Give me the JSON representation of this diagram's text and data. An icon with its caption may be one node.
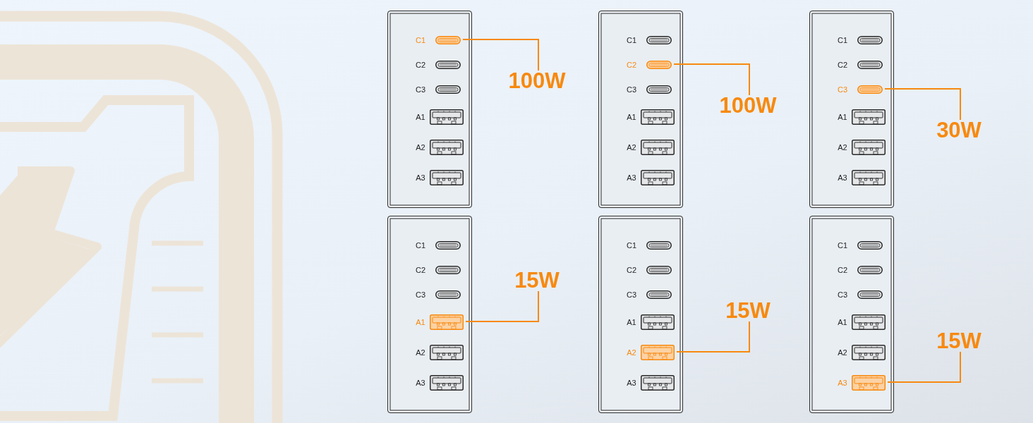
{
  "diagram": {
    "nodes": [
      {
        "text": [],
        "shape": "box"
      },
      {
        "text": [
          "C1"
        ],
        "in": 0
      },
      {
        "text": [
          "C2"
        ],
        "in": 0
      },
      {
        "text": [
          "C3"
        ],
        "in": 0
      },
      {
        "text": [
          "A1"
        ],
        "in": 0
      },
      {
        "text": [
          "A2"
        ],
        "in": 0
      },
      {
        "text": [
          "A3"
        ],
        "in": 0
      },
      {
        "text": [
          "100W"
        ]
      },
      {
        "text": [],
        "shape": "box"
      },
      {
        "text": [
          "C1"
        ],
        "in": 8
      },
      {
        "text": [
          "C2"
        ],
        "in": 8
      },
      {
        "text": [
          "C3"
        ],
        "in": 8
      },
      {
        "text": [
          "A1"
        ],
        "in": 8
      },
      {
        "text": [
          "A2"
        ],
        "in": 8
      },
      {
        "text": [
          "A3"
        ],
        "in": 8
      },
      {
        "text": [
          "100W"
        ]
      },
      {
        "text": [],
        "shape": "box"
      },
      {
        "text": [
          "C1"
        ],
        "in": 16
      },
      {
        "text": [
          "C2"
        ],
        "in": 16
      },
      {
        "text": [
          "C3"
        ],
        "in": 16
      },
      {
        "text": [
          "A1"
        ],
        "in": 16
      },
      {
        "text": [
          "A2"
        ],
        "in": 16
      },
      {
        "text": [
          "A3"
        ],
        "in": 16
      },
      {
        "text": [
          "30W"
        ]
      },
      {
        "text": [],
        "shape": "box"
      },
      {
        "text": [
          "C1"
        ],
        "in": 24
      },
      {
        "text": [
          "C2"
        ],
        "in": 24
      },
      {
        "text": [
          "C3"
        ],
        "in": 24
      },
      {
        "text": [
          "A1"
        ],
        "in": 24
      },
      {
        "text": [
          "A2"
        ],
        "in": 24
      },
      {
        "text": [
          "A3"
        ],
        "in": 24
      },
      {
        "text": [
          "15W"
        ]
      },
      {
        "text": [],
        "shape": "box"
      },
      {
        "text": [
          "C1"
        ],
        "in": 32
      },
      {
        "text": [
          "C2"
        ],
        "in": 32
      },
      {
        "text": [
          "C3"
        ],
        "in": 32
      },
      {
        "text": [
          "A1"
        ],
        "in": 32
      },
      {
        "text": [
          "A2"
        ],
        "in": 32
      },
      {
        "text": [
          "A3"
        ],
        "in": 32
      },
      {
        "text": [
          "15W"
        ]
      },
      {
        "text": [],
        "shape": "box"
      },
      {
        "text": [
          "C1"
        ],
        "in": 40
      },
      {
        "text": [
          "C2"
        ],
        "in": 40
      },
      {
        "text": [
          "C3"
        ],
        "in": 40
      },
      {
        "text": [
          "A1"
        ],
        "in": 40
      },
      {
        "text": [
          "A2"
        ],
        "in": 40
      },
      {
        "text": [
          "A3"
        ],
        "in": 40
      },
      {
        "text": [
          "15W"
        ]
      }
    ],
    "edges": [
      {
        "from": 7,
        "to": 1,
        "arrow": "none"
      },
      {
        "from": 15,
        "to": 10,
        "arrow": "none"
      },
      {
        "from": 23,
        "to": 19,
        "arrow": "none"
      },
      {
        "from": 31,
        "to": 28,
        "arrow": "none"
      },
      {
        "from": 39,
        "to": 37,
        "arrow": "none"
      },
      {
        "from": 47,
        "to": 46,
        "arrow": "none"
      }
    ]
  }
}
